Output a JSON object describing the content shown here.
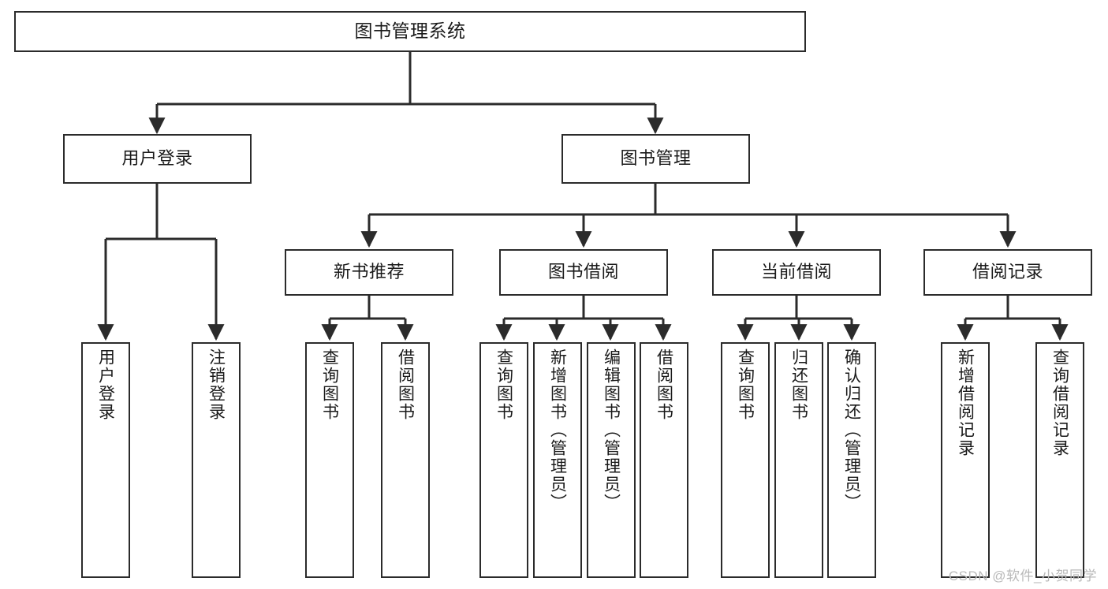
{
  "diagram": {
    "title": "图书管理系统",
    "type": "hierarchy-tree",
    "watermark": "CSDN @软件_小贺同学",
    "colors": {
      "box_border": "#2b2b2b",
      "box_fill": "#ffffff",
      "connector": "#2b2b2b",
      "text": "#1a1a1a",
      "watermark": "#b9b9b9"
    },
    "nodes": {
      "root": {
        "label": "图书管理系统"
      },
      "level2": [
        {
          "label": "用户登录"
        },
        {
          "label": "图书管理"
        }
      ],
      "level3": [
        {
          "label": "新书推荐"
        },
        {
          "label": "图书借阅"
        },
        {
          "label": "当前借阅"
        },
        {
          "label": "借阅记录"
        }
      ],
      "leaves": {
        "user_login": [
          {
            "label": "用户登录"
          },
          {
            "label": "注销登录"
          }
        ],
        "new_book_recommend": [
          {
            "label": "查询图书"
          },
          {
            "label": "借阅图书"
          }
        ],
        "book_borrow": [
          {
            "label": "查询图书"
          },
          {
            "label": "新增图书（管理员）"
          },
          {
            "label": "编辑图书（管理员）"
          },
          {
            "label": "借阅图书"
          }
        ],
        "current_borrow": [
          {
            "label": "查询图书"
          },
          {
            "label": "归还图书"
          },
          {
            "label": "确认归还（管理员）"
          }
        ],
        "borrow_record": [
          {
            "label": "新增借阅记录"
          },
          {
            "label": "查询借阅记录"
          }
        ]
      }
    }
  }
}
